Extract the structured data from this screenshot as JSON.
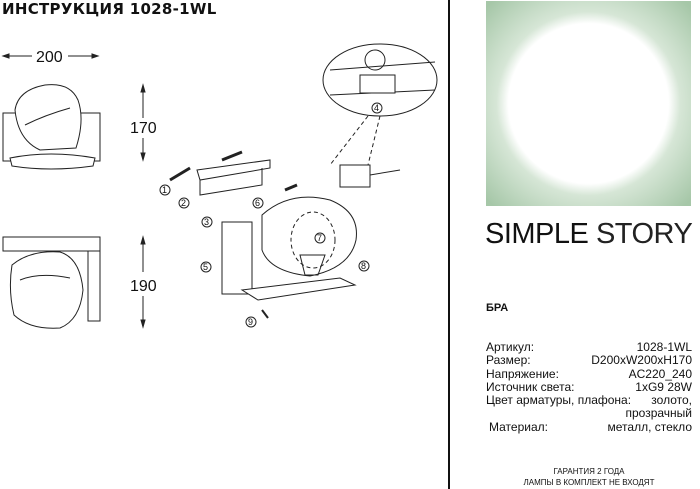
{
  "title": "ИНСТРУКЦИЯ 1028-1WL",
  "dimensions": {
    "width": "200",
    "height_top": "170",
    "height_side": "190"
  },
  "callouts": [
    "1",
    "2",
    "3",
    "4",
    "5",
    "6",
    "7",
    "8",
    "9"
  ],
  "brand": {
    "word1": "SIMPLE",
    "word2": "STORY",
    "colors": {
      "green": "#a6c7a8"
    }
  },
  "product_type": "БРА",
  "specs": [
    {
      "label": "Артикул:",
      "value": "1028-1WL"
    },
    {
      "label": "Размер:",
      "value": "D200xW200xH170"
    },
    {
      "label": "Напряжение:",
      "value": "AC220_240"
    },
    {
      "label": "Источник света:",
      "value": "1xG9 28W"
    },
    {
      "label": "Цвет арматуры, плафона:",
      "value": "золото,"
    },
    {
      "label": "",
      "value": "прозрачный"
    },
    {
      "label": "Материал:",
      "value": "металл, стекло"
    }
  ],
  "footer": {
    "line1": "ГАРАНТИЯ 2 ГОДА",
    "line2": "ЛАМПЫ В КОМПЛЕКТ НЕ ВХОДЯТ"
  }
}
